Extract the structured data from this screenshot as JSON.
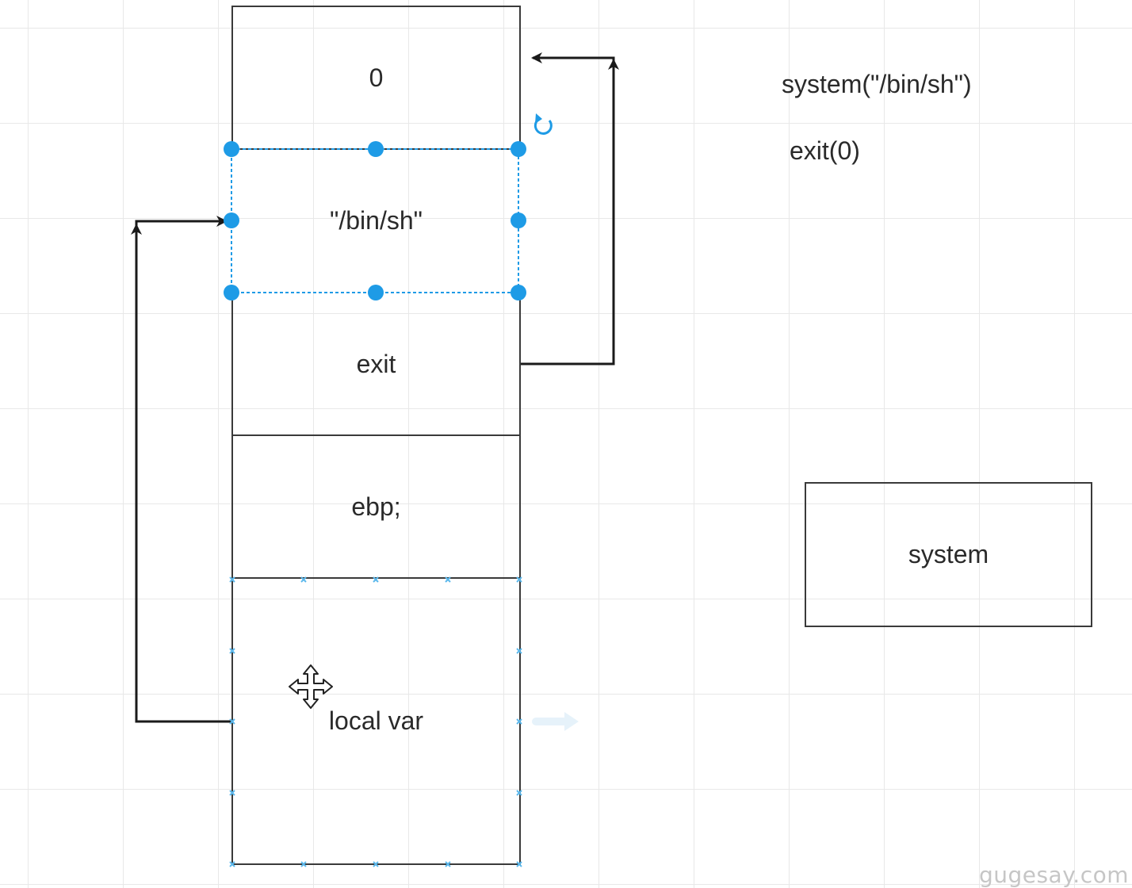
{
  "stack": {
    "cells": [
      {
        "name": "stack-cell-zero",
        "label": "0"
      },
      {
        "name": "stack-cell-binsh",
        "label": "\"/bin/sh\""
      },
      {
        "name": "stack-cell-exit",
        "label": "exit"
      },
      {
        "name": "stack-cell-ebp",
        "label": "ebp;"
      },
      {
        "name": "stack-cell-local-var",
        "label": "local var"
      }
    ]
  },
  "notes": {
    "system_call": "system(\"/bin/sh\")",
    "exit_call": "exit(0)"
  },
  "system_box": {
    "label": "system"
  },
  "watermark": "gugesay.com",
  "colors": {
    "selection": "#1e9be6",
    "stroke": "#3a3a3a",
    "grid": "#e8e8e8"
  },
  "icons": {
    "rotate": "rotate-icon",
    "move": "move-cursor-icon"
  }
}
